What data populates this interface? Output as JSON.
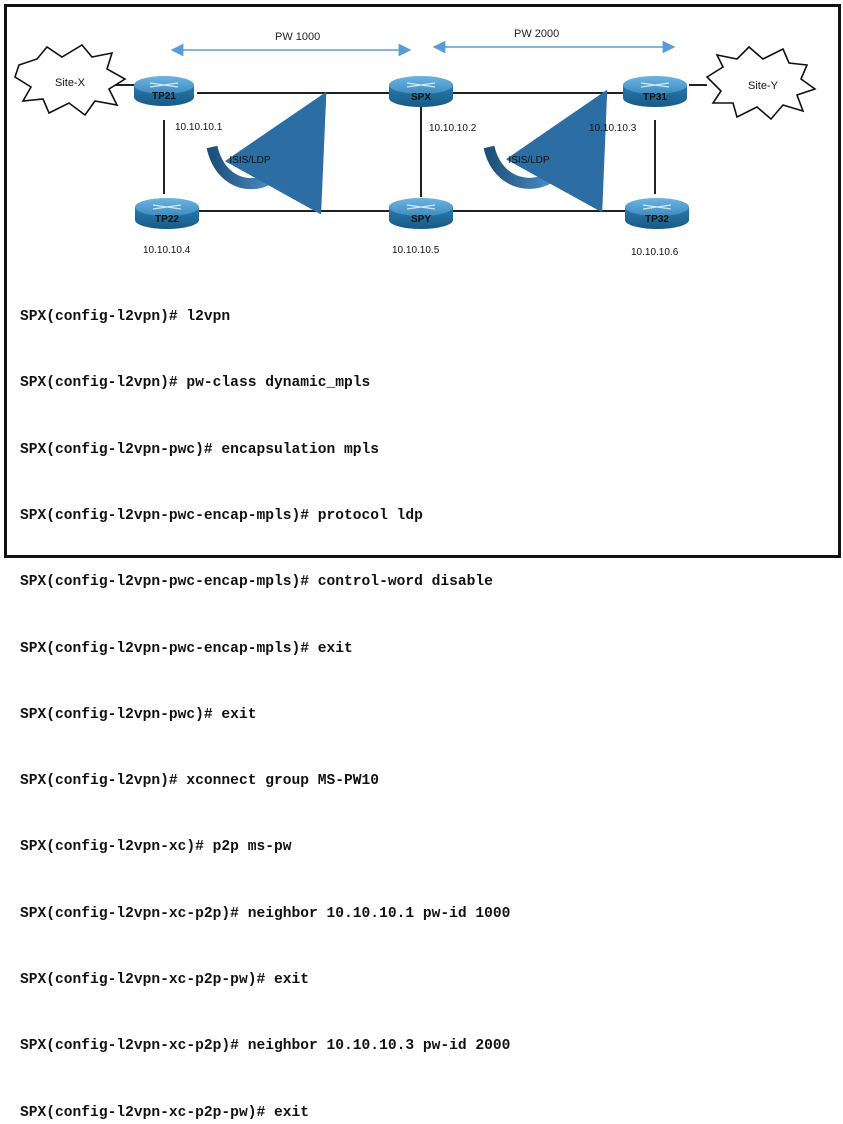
{
  "diagram": {
    "pseudowires": [
      {
        "label": "PW 1000",
        "id": "pw1000"
      },
      {
        "label": "PW 2000",
        "id": "pw2000"
      }
    ],
    "sites": [
      {
        "id": "site-x",
        "label": "Site-X"
      },
      {
        "id": "site-y",
        "label": "Site-Y"
      }
    ],
    "routers": [
      {
        "id": "tp21",
        "label": "TP21",
        "ip": "10.10.10.1"
      },
      {
        "id": "spx",
        "label": "SPX",
        "ip": "10.10.10.2"
      },
      {
        "id": "tp31",
        "label": "TP31",
        "ip": "10.10.10.3"
      },
      {
        "id": "tp22",
        "label": "TP22",
        "ip": "10.10.10.4"
      },
      {
        "id": "spy",
        "label": "SPY",
        "ip": "10.10.10.5"
      },
      {
        "id": "tp32",
        "label": "TP32",
        "ip": "10.10.10.6"
      }
    ],
    "protocol_arrows": [
      {
        "label": "ISIS/LDP"
      },
      {
        "label": "ISIS/LDP"
      }
    ],
    "colors": {
      "router_top": "#4b9fd1",
      "router_side": "#1f6a99",
      "pw_arrow": "#5b9bd5",
      "isis_arrow": "#2c6da3",
      "link": "#222222"
    }
  },
  "config": {
    "lines": [
      "SPX(config-l2vpn)# l2vpn",
      "SPX(config-l2vpn)# pw-class dynamic_mpls",
      "SPX(config-l2vpn-pwc)# encapsulation mpls",
      "SPX(config-l2vpn-pwc-encap-mpls)# protocol ldp",
      "SPX(config-l2vpn-pwc-encap-mpls)# control-word disable",
      "SPX(config-l2vpn-pwc-encap-mpls)# exit",
      "SPX(config-l2vpn-pwc)# exit",
      "SPX(config-l2vpn)# xconnect group MS-PW10",
      "SPX(config-l2vpn-xc)# p2p ms-pw",
      "SPX(config-l2vpn-xc-p2p)# neighbor 10.10.10.1 pw-id 1000",
      "SPX(config-l2vpn-xc-p2p-pw)# exit",
      "SPX(config-l2vpn-xc-p2p)# neighbor 10.10.10.3 pw-id 2000",
      "SPX(config-l2vpn-xc-p2p-pw)# exit"
    ]
  }
}
